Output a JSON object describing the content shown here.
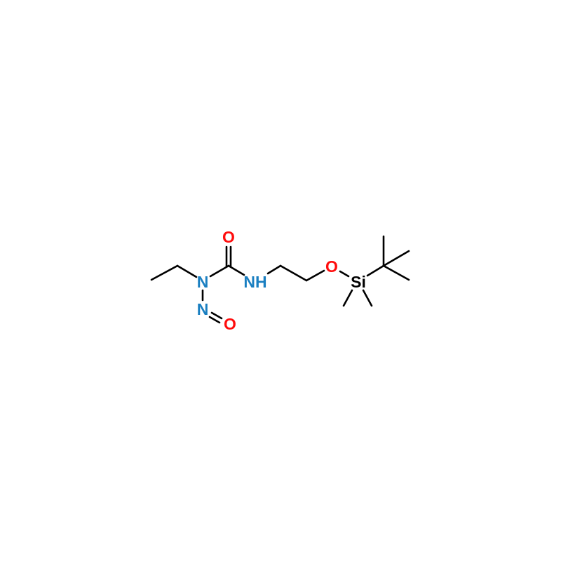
{
  "molecule": {
    "atoms": {
      "n_amide": "N",
      "n_nitroso": "N",
      "o_nitroso": "O",
      "o_carbonyl": "O",
      "nh": "NH",
      "o_ether": "O",
      "si": "Si"
    },
    "colors": {
      "nitrogen": "#1a7fc1",
      "oxygen": "#ff0d0d",
      "carbon": "#000000",
      "silicon": "#000000"
    }
  }
}
